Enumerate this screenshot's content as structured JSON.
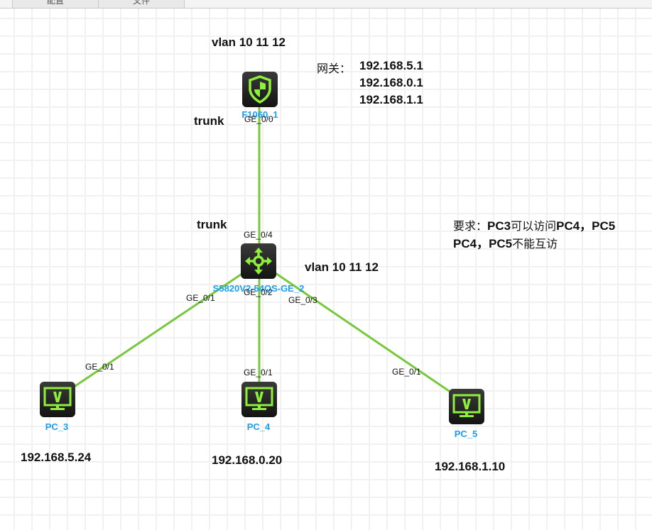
{
  "tabs": [
    {
      "label": "配置"
    },
    {
      "label": "文件"
    }
  ],
  "colors": {
    "link": "#78c83c",
    "device_accent": "#8ef03c",
    "device_label": "#1a9ef0"
  },
  "devices": {
    "firewall": {
      "name": "F1060_1",
      "icon": "shield-icon"
    },
    "switch": {
      "name": "S5820V2-54QS-GE_2",
      "icon": "switch-arrows-icon"
    },
    "pc3": {
      "name": "PC_3",
      "icon": "monitor-icon",
      "ip": "192.168.5.24"
    },
    "pc4": {
      "name": "PC_4",
      "icon": "monitor-icon",
      "ip": "192.168.0.20"
    },
    "pc5": {
      "name": "PC_5",
      "icon": "monitor-icon",
      "ip": "192.168.1.10"
    }
  },
  "ports": {
    "fw_ge0": "GE_0/0",
    "sw_ge4": "GE_0/4",
    "sw_ge1": "GE_0/1",
    "sw_ge2": "GE_0/2",
    "sw_ge3": "GE_0/3",
    "pc3_ge1": "GE_0/1",
    "pc4_ge1": "GE_0/1",
    "pc5_ge1": "GE_0/1"
  },
  "notes": {
    "fw_vlan": "vlan 10 11 12",
    "sw_vlan": "vlan 10 11 12",
    "fw_trunk": "trunk",
    "sw_trunk": "trunk",
    "gateway_label": "网关：",
    "gateways": [
      "192.168.5.1",
      "192.168.0.1",
      "192.168.1.1"
    ],
    "requirement_line1_prefix": "要求：",
    "requirement_line1_a": "PC3",
    "requirement_line1_b": "可以访问",
    "requirement_line1_c": "PC4，PC5",
    "requirement_line2_a": "PC4，PC5",
    "requirement_line2_b": "不能互访"
  }
}
